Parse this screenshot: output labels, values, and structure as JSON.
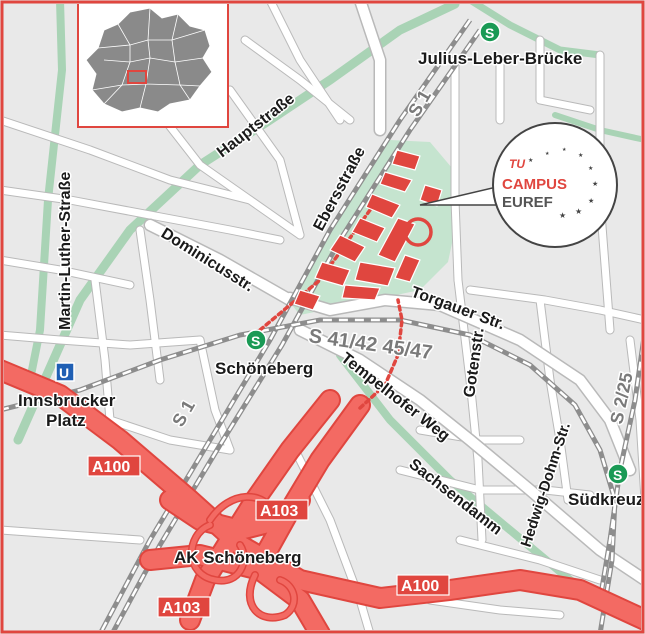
{
  "colors": {
    "frame": "#e0463f",
    "background": "#e9e9e9",
    "street": "#ffffff",
    "street_casing": "#b9b9b9",
    "park": "#a9d3b5",
    "campus_area": "#c5e4cf",
    "highway": "#f36a63",
    "highway_casing": "#e0463f",
    "rail": "#8d8d8d",
    "sbahn_station": "#1a9a55",
    "ubahn_station": "#1f5fb4",
    "campus_brand_red": "#e0463f",
    "campus_brand_gray": "#555555"
  },
  "streets": {
    "hauptstrasse": "Hauptstraße",
    "martin_luther": "Martin-Luther-Straße",
    "ebersstrasse": "Ebersstraße",
    "dominicus": "Dominicusstr.",
    "torgauer": "Torgauer Str.",
    "tempelhofer": "Tempelhofer Weg",
    "gotenstr": "Gotenstr.",
    "sachsendamm": "Sachsendamm",
    "hedwig_dohm": "Hedwig-Dohm-Str."
  },
  "rail_labels": {
    "s1_north": "S 1",
    "s1_south": "S 1",
    "ring": "S 41/42 45/47",
    "s2": "S 2/25"
  },
  "stations": {
    "julius_leber": {
      "name": "Julius-Leber-Brücke",
      "symbol": "S"
    },
    "schoeneberg": {
      "name": "Schöneberg",
      "symbol": "S"
    },
    "innsbrucker": {
      "name": "Innsbrucker Platz",
      "line1": "Innsbrucker",
      "line2": "Platz",
      "symbol": "U"
    },
    "suedkreuz": {
      "name": "Südkreuz",
      "symbol": "S"
    }
  },
  "highways": {
    "a100_west": "A100",
    "a100_east": "A100",
    "a103_north": "A103",
    "a103_south": "A103",
    "interchange": "AK Schöneberg"
  },
  "campus_logo": {
    "line1": "CAMPUS",
    "line2": "EUREF",
    "brand_mark": "TU"
  }
}
